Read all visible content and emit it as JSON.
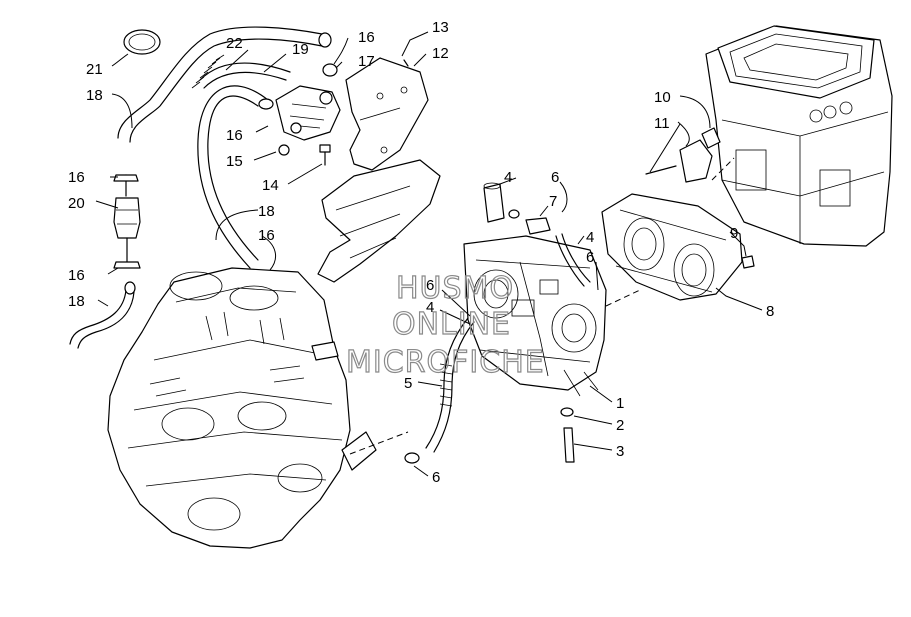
{
  "diagram": {
    "callouts": {
      "c1": "1",
      "c2": "2",
      "c3": "3",
      "c4a": "4",
      "c4b": "4",
      "c4c": "4",
      "c5": "5",
      "c6a": "6",
      "c6b": "6",
      "c6c": "6",
      "c6d": "6",
      "c7": "7",
      "c8": "8",
      "c9": "9",
      "c10": "10",
      "c11": "11",
      "c12": "12",
      "c13": "13",
      "c14": "14",
      "c15": "15",
      "c16a": "16",
      "c16b": "16",
      "c16c": "16",
      "c16d": "16",
      "c16e": "16",
      "c17": "17",
      "c18a": "18",
      "c18b": "18",
      "c18c": "18",
      "c19": "19",
      "c20": "20",
      "c21": "21",
      "c22": "22"
    },
    "watermark": {
      "line1": "HUSMO",
      "line2": "ONLINE",
      "line3": "MICROFICHE"
    }
  }
}
